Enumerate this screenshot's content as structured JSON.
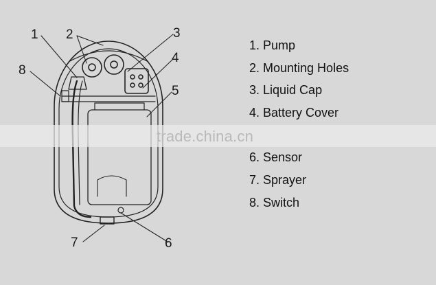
{
  "callouts": [
    "1",
    "2",
    "3",
    "4",
    "5",
    "6",
    "7",
    "8"
  ],
  "legend": [
    "1. Pump",
    "2. Mounting Holes",
    "3. Liquid Cap",
    "4. Battery Cover",
    "",
    "6. Sensor",
    "7. Sprayer",
    "8. Switch"
  ],
  "watermark": "trade.china.cn",
  "colors": {
    "background": "#d8d8d8",
    "line": "#222222",
    "text": "#111111",
    "watermark": "#b9b9b9"
  }
}
